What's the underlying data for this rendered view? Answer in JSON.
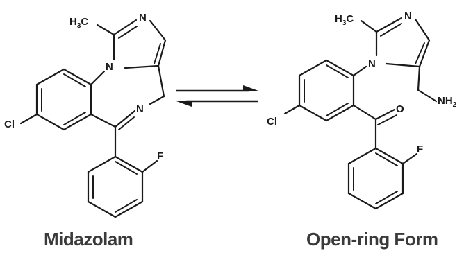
{
  "reaction": {
    "left_molecule": {
      "caption": "Midazolam",
      "atoms": {
        "methyl_prefix": "H",
        "methyl_sub": "3",
        "methyl_suffix": "C",
        "imidazole_n_top": "N",
        "imidazole_n_bridge": "N",
        "diazepine_n": "N",
        "chlorine": "Cl",
        "fluorine": "F"
      }
    },
    "right_molecule": {
      "caption": "Open-ring Form",
      "atoms": {
        "methyl_prefix": "H",
        "methyl_sub": "3",
        "methyl_suffix": "C",
        "imidazole_n_top": "N",
        "imidazole_n_ring": "N",
        "amine_prefix": "NH",
        "amine_sub": "2",
        "carbonyl_o": "O",
        "chlorine": "Cl",
        "fluorine": "F"
      }
    },
    "equilibrium": "reversible"
  },
  "colors": {
    "ink": "#1a1a1a",
    "caption": "#3a3a3a",
    "background": "#ffffff"
  }
}
